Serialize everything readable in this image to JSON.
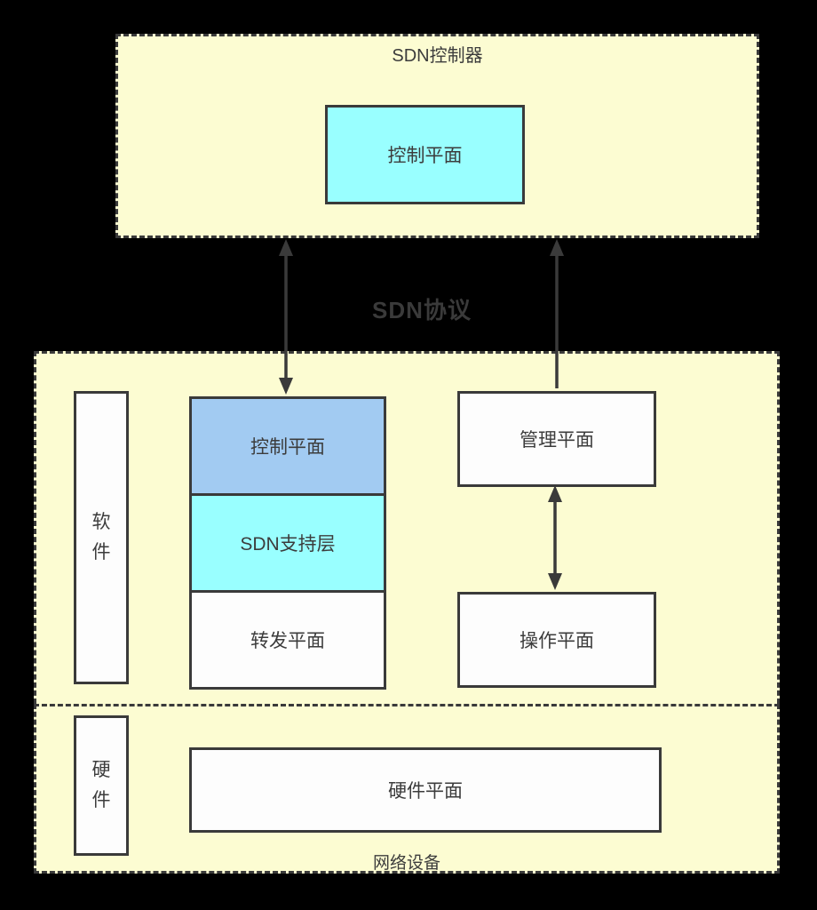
{
  "colors": {
    "panel_yellow": "#FCFCD2",
    "cyan": "#99FFFF",
    "blue": "#A2CBF2",
    "box_white": "#FDFDFD",
    "border_dark": "#3A3A3A",
    "text": "#3C3C3C"
  },
  "controller": {
    "title": "SDN控制器",
    "control_plane": "控制平面"
  },
  "protocol_label": "SDN协议",
  "device": {
    "software": {
      "side_label": "软件",
      "stack": {
        "control": "控制平面",
        "support": "SDN支持层",
        "forwarding": "转发平面"
      },
      "management": "管理平面",
      "operation": "操作平面"
    },
    "hardware": {
      "side_label": "硬件",
      "plane": "硬件平面"
    },
    "footer_label": "网络设备"
  }
}
